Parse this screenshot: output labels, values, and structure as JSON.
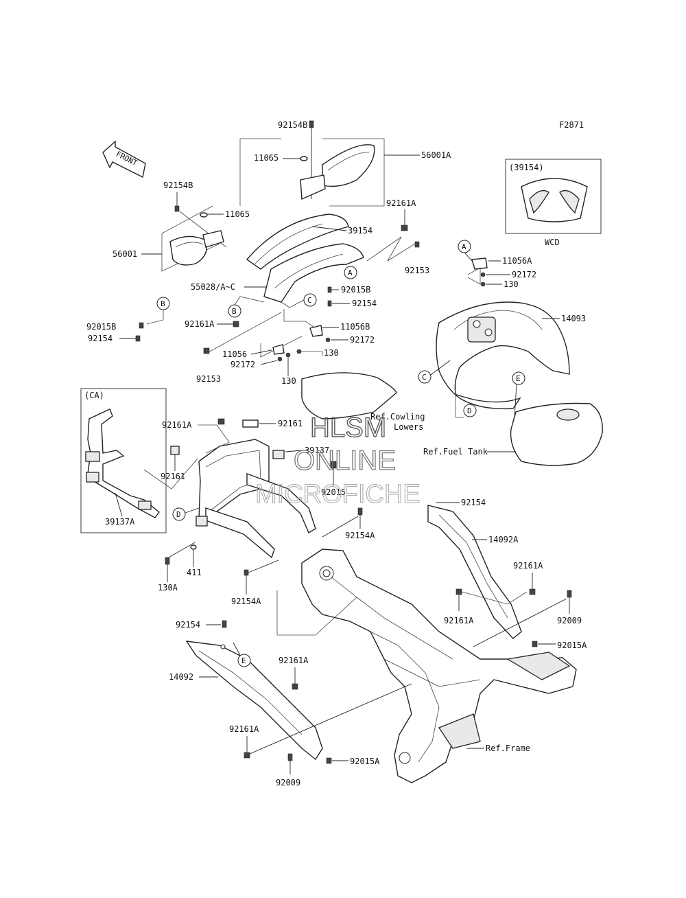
{
  "figure_code": "F2871",
  "front_label": "FRONT",
  "watermark": {
    "line1": "HLSM",
    "line2": "ONLINE",
    "line3": "MICROFICHE"
  },
  "boxes": {
    "wcd_code": "(39154)",
    "wcd_label": "WCD",
    "ca_code": "(CA)"
  },
  "refs": {
    "cowling_line1": "Ref.Cowling",
    "cowling_line2": "Lowers",
    "fuel_tank": "Ref.Fuel Tank",
    "frame": "Ref.Frame"
  },
  "callouts": {
    "A": "A",
    "B": "B",
    "C": "C",
    "D": "D",
    "E": "E"
  },
  "labels": {
    "p92154B_top": "92154B",
    "p56001A": "56001A",
    "p11065_top": "11065",
    "p92154B_left": "92154B",
    "p11065_left": "11065",
    "p39154": "39154",
    "p56001": "56001",
    "p92161A_top": "92161A",
    "p92153_right": "92153",
    "p11056A": "11056A",
    "p92172_right": "92172",
    "p130_right": "130",
    "p14093": "14093",
    "p55028": "55028/A~C",
    "p92015B_mid": "92015B",
    "p92154_mid": "92154",
    "p92161A_mid": "92161A",
    "p92015B_left": "92015B",
    "p92154_left": "92154",
    "p11056B": "11056B",
    "p92172_mid": "92172",
    "p11056": "11056",
    "p130_mid": "130",
    "p92172_left": "92172",
    "p92153_left": "92153",
    "p130_low": "130",
    "p92161A_bracket": "92161A",
    "p92161_bracket": "92161",
    "p39137": "39137",
    "p92161_left": "92161",
    "p92015": "92015",
    "p39137A": "39137A",
    "p92154_right": "92154",
    "p92154A_mid": "92154A",
    "p14092A": "14092A",
    "p130A": "130A",
    "p411": "411",
    "p92154A_low": "92154A",
    "p92161A_right": "92161A",
    "p92161A_right2": "92161A",
    "p92009_right": "92009",
    "p92015A_right": "92015A",
    "p92154_bottom": "92154",
    "p14092": "14092",
    "p92161A_bottom": "92161A",
    "p92161A_bottom2": "92161A",
    "p92009_bottom": "92009",
    "p92015A_bottom": "92015A"
  }
}
